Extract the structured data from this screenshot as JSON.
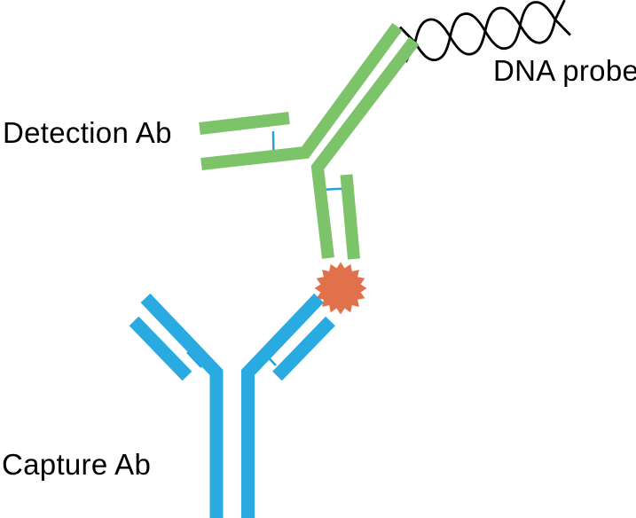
{
  "labels": {
    "detection_ab": "Detection Ab",
    "dna_probe": "DNA probe",
    "capture_ab": "Capture Ab"
  },
  "colors": {
    "detection_antibody_green": "#7DC36A",
    "capture_antibody_blue": "#29ABE2",
    "antigen_orange": "#E0714A",
    "disulfide_bond_blue": "#2B9FD9",
    "dna_probe_black": "#000000",
    "background": "#FFFFFF"
  }
}
